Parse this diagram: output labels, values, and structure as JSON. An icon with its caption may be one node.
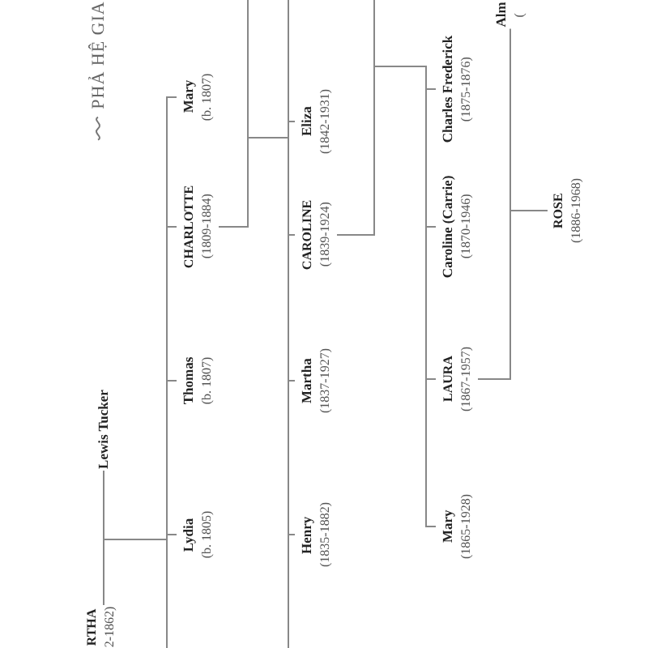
{
  "diagram": {
    "title": "PHẢ HỆ GIA",
    "nodes": [
      {
        "text": [
          "Mary",
          "(b. 1807)"
        ]
      },
      {
        "text": [
          "CHARLOTTE",
          "(1809-1884)"
        ]
      },
      {
        "text": [
          "Thomas",
          "(b. 1807)"
        ]
      },
      {
        "text": [
          "Lydia",
          "(b. 1805)"
        ]
      },
      {
        "text": [
          "Lewis Tucker"
        ]
      },
      {
        "text": [
          "RTHA",
          "2-1862)"
        ]
      },
      {
        "text": [
          "Eliza",
          "(1842-1931)"
        ]
      },
      {
        "text": [
          "CAROLINE",
          "(1839-1924)"
        ]
      },
      {
        "text": [
          "Martha",
          "(1837-1927)"
        ]
      },
      {
        "text": [
          "Henry",
          "(1835-1882)"
        ]
      },
      {
        "text": [
          "Alm",
          "("
        ]
      },
      {
        "text": [
          "Charles Frederick",
          "(1875-1876)"
        ]
      },
      {
        "text": [
          "Caroline (Carrie)",
          "(1870-1946)"
        ]
      },
      {
        "text": [
          "LAURA",
          "(1867-1957)"
        ]
      },
      {
        "text": [
          "Mary",
          "(1865-1928)"
        ]
      },
      {
        "text": [
          "ROSE",
          "(1886-1968)"
        ]
      }
    ],
    "edges": [
      {
        "from": 4,
        "to": 5,
        "arrow": "none"
      },
      {
        "from": 5,
        "to": 0,
        "arrow": "none"
      },
      {
        "from": 5,
        "to": 1,
        "arrow": "none"
      },
      {
        "from": 5,
        "to": 2,
        "arrow": "none"
      },
      {
        "from": 5,
        "to": 3,
        "arrow": "none"
      },
      {
        "from": null,
        "to": 1,
        "arrow": "none"
      },
      {
        "from": 1,
        "to": 6,
        "arrow": "none"
      },
      {
        "from": 1,
        "to": 7,
        "arrow": "none"
      },
      {
        "from": 1,
        "to": 8,
        "arrow": "none"
      },
      {
        "from": 1,
        "to": 9,
        "arrow": "none"
      },
      {
        "from": null,
        "to": 7,
        "arrow": "none"
      },
      {
        "from": 7,
        "to": 11,
        "arrow": "none"
      },
      {
        "from": 7,
        "to": 12,
        "arrow": "none"
      },
      {
        "from": 7,
        "to": 13,
        "arrow": "none"
      },
      {
        "from": 7,
        "to": 14,
        "arrow": "none"
      },
      {
        "from": 10,
        "to": 13,
        "arrow": "none"
      },
      {
        "from": 13,
        "to": 15,
        "arrow": "none"
      }
    ]
  }
}
